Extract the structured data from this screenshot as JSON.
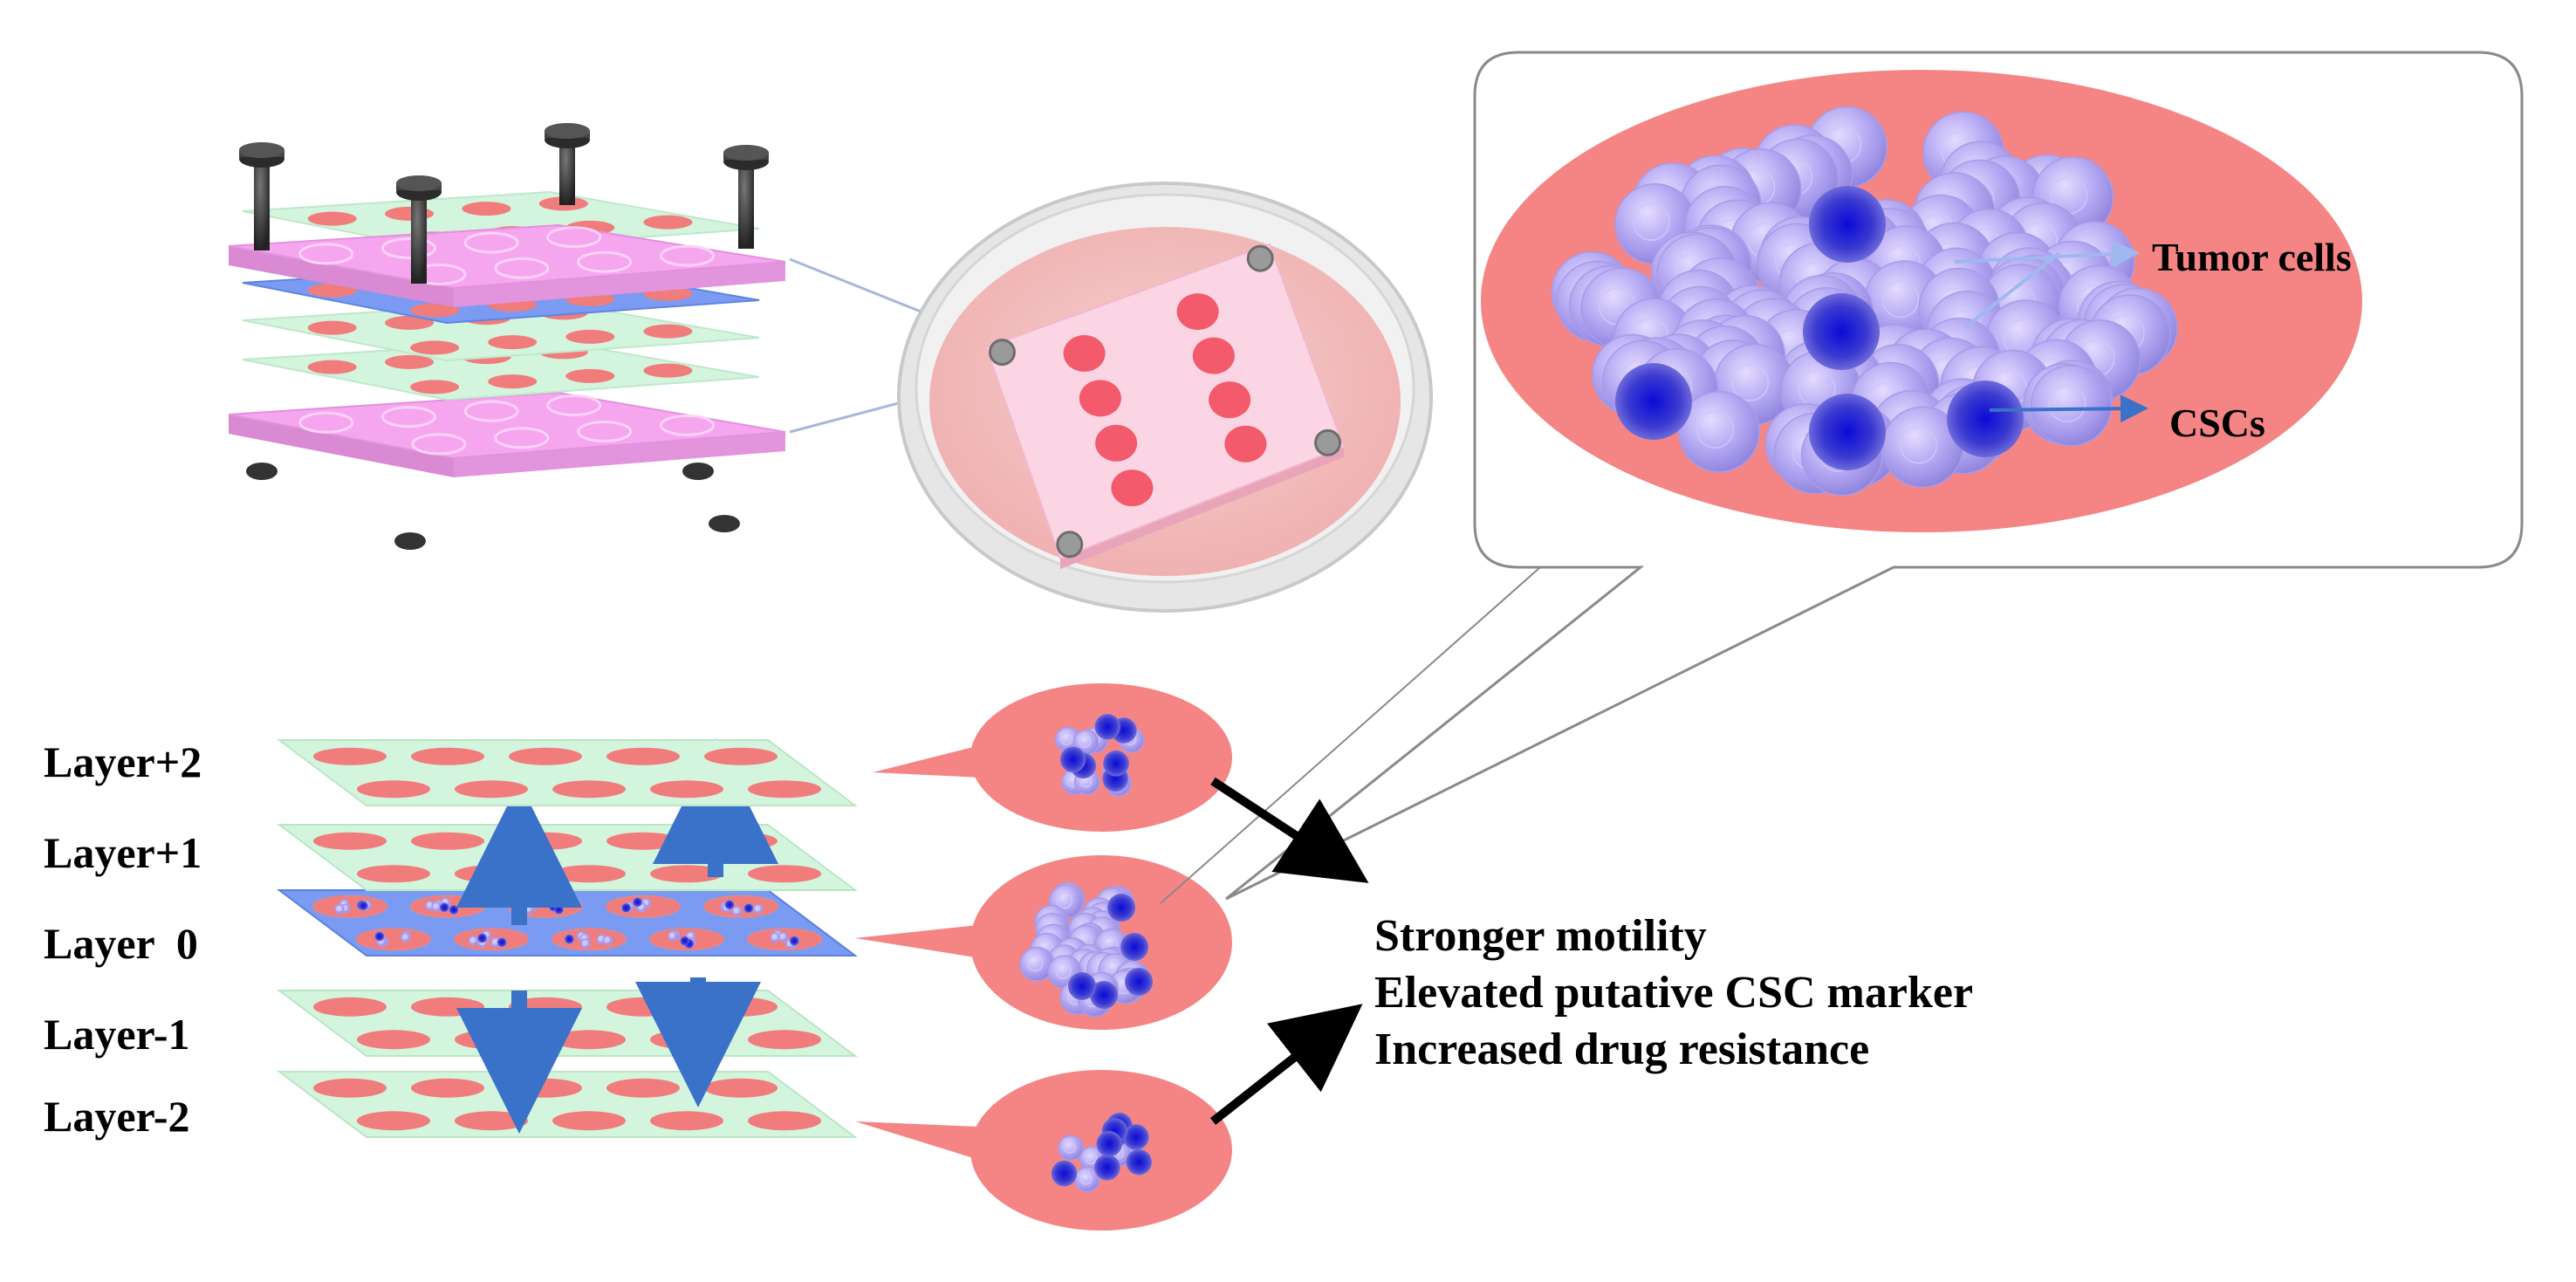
{
  "layers": [
    {
      "id": "plus2",
      "label": "Layer+2"
    },
    {
      "id": "plus1",
      "label": "Layer+1"
    },
    {
      "id": "zero",
      "label": "Layer  0"
    },
    {
      "id": "minus1",
      "label": "Layer-1"
    },
    {
      "id": "minus2",
      "label": "Layer-2"
    }
  ],
  "callout": {
    "tumor_label": "Tumor cells",
    "csc_label": "CSCs"
  },
  "outcomes": [
    "Stronger motility",
    "Elevated putative CSC marker",
    "Increased drug resistance"
  ],
  "colors": {
    "plate_pink": "#f5a6ef",
    "sheet_green": "#d3f5dd",
    "sheet_blue": "#7b9bf2",
    "well_red": "#f07c7c",
    "dish_medium": "#f3b9b9",
    "callout_bg": "#f58585",
    "tumor_cell": "#b3a7f3",
    "csc": "#2020c8",
    "arrow_blue": "#3a72c9",
    "arrow_black": "#000000"
  },
  "icons": [
    "screw-icon",
    "petri-dish-icon",
    "up-arrow-icon",
    "down-arrow-icon"
  ]
}
